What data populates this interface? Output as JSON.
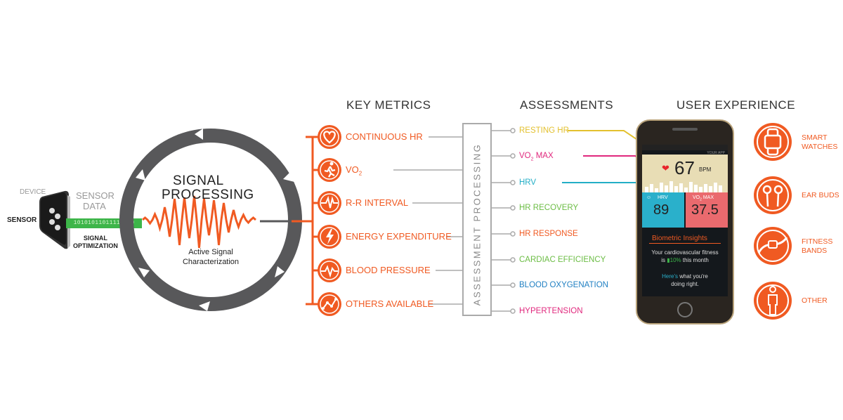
{
  "device": {
    "device_label": "DEVICE",
    "sensor_label": "SENSOR",
    "sensor_data_line1": "SENSOR",
    "sensor_data_line2": "DATA",
    "bits": "10101011011110100",
    "signal_opt_line1": "SIGNAL",
    "signal_opt_line2": "OPTIMIZATION"
  },
  "signal": {
    "title_line1": "SIGNAL",
    "title_line2": "PROCESSING",
    "sub_line1": "Active Signal",
    "sub_line2": "Characterization"
  },
  "headers": {
    "key_metrics": "KEY METRICS",
    "assessments": "ASSESSMENTS",
    "user_experience": "USER EXPERIENCE"
  },
  "metrics": [
    {
      "label": "CONTINUOUS HR",
      "icon": "heart-icon"
    },
    {
      "label": "VO",
      "sub": "2",
      "icon": "runner-icon"
    },
    {
      "label": "R-R INTERVAL",
      "icon": "rr-wave-icon"
    },
    {
      "label": "ENERGY EXPENDITURE",
      "icon": "energy-icon"
    },
    {
      "label": "BLOOD PRESSURE",
      "icon": "pressure-icon"
    },
    {
      "label": "OTHERS AVAILABLE",
      "icon": "chart-icon"
    }
  ],
  "assessment_processing": "ASSESSMENT PROCESSING",
  "assessments": [
    {
      "label": "RESTING HR",
      "color": "#e3c12f"
    },
    {
      "label": "VO",
      "sub": "2",
      "suffix": " MAX",
      "color": "#e0287d"
    },
    {
      "label": "HRV",
      "color": "#23aec6"
    },
    {
      "label": "HR RECOVERY",
      "color": "#6cbd45"
    },
    {
      "label": "HR RESPONSE",
      "color": "#f05a22"
    },
    {
      "label": "CARDIAC EFFICIENCY",
      "color": "#6cbd45"
    },
    {
      "label": "BLOOD OXYGENATION",
      "color": "#1f7fc2"
    },
    {
      "label": "HYPERTENSION",
      "color": "#e0287d"
    }
  ],
  "phone": {
    "app_label": "YOUR APP",
    "hr_value": "67",
    "hr_unit": "BPM",
    "hrv_label": "HRV",
    "hrv_value": "89",
    "vo2_label": "VO",
    "vo2_sub": "2",
    "vo2_suffix": " MAX",
    "vo2_value": "37.5",
    "insights_title": "Biometric Insights",
    "insight_line1": "Your cardiovascular fitness",
    "insight_is": "is ",
    "insight_pct": "10%",
    "insight_rest": " this month",
    "heres": "Here's",
    "heres_rest": " what you're",
    "doing": "doing right."
  },
  "ux": [
    {
      "line1": "SMART",
      "line2": "WATCHES",
      "icon": "smartwatch-icon"
    },
    {
      "line1": "EAR BUDS",
      "line2": "",
      "icon": "earbuds-icon"
    },
    {
      "line1": "FITNESS",
      "line2": "BANDS",
      "icon": "fitness-band-icon"
    },
    {
      "line1": "OTHER",
      "line2": "",
      "icon": "person-icon"
    }
  ],
  "colors": {
    "orange": "#f05a22",
    "gray": "#58585a",
    "green": "#3db549"
  }
}
